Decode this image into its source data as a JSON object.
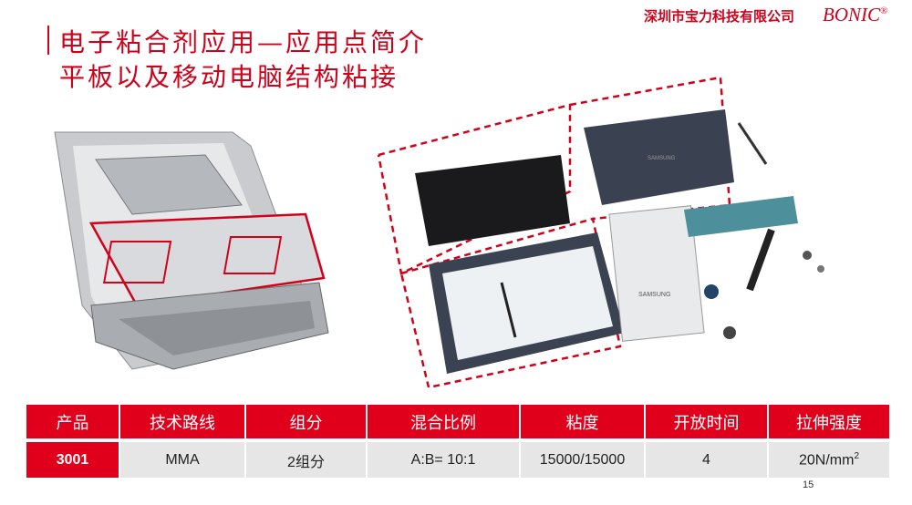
{
  "header": {
    "company": "深圳市宝力科技有限公司",
    "brand": "BONIC",
    "brand_mark": "®"
  },
  "title": {
    "line1": "电子粘合剂应用—应用点简介",
    "line2": "平板以及移动电脑结构粘接"
  },
  "images": {
    "tablet_brand": "SAMSUNG",
    "battery_brand": "SAMSUNG"
  },
  "table": {
    "headers": [
      "产品",
      "技术路线",
      "组分",
      "混合比例",
      "粘度",
      "开放时间",
      "拉伸强度"
    ],
    "row": [
      "3001",
      "MMA",
      "2组分",
      "A:B= 10:1",
      "15000/15000",
      "4",
      "20N/mm"
    ],
    "superscript": "2"
  },
  "page_number": "15",
  "colors": {
    "accent": "#e0001b",
    "cell": "#e7e6e6"
  }
}
